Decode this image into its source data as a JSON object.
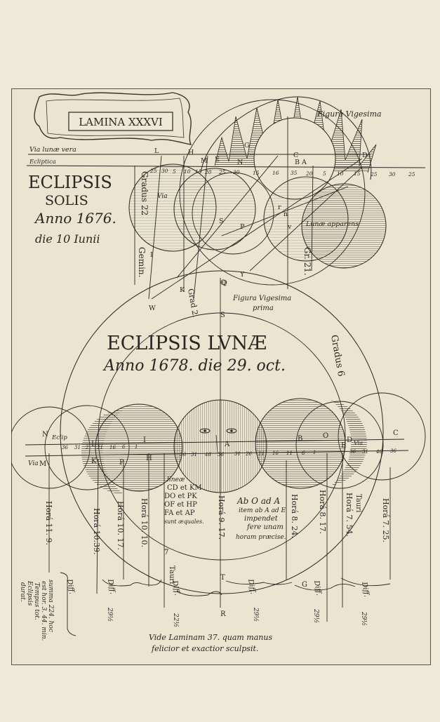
{
  "plate": {
    "cartouche_title": "LAMINA XXXVI",
    "footer_line1": "Vide Laminam 37. quam manus",
    "footer_line2": "felicior et exactior sculpsit."
  },
  "solar": {
    "title_line1": "ECLIPSIS",
    "title_line2": "SOLIS",
    "title_line3": "Anno 1676.",
    "title_line4": "die 10 Iunii",
    "figura_label": "Figura Vigesima",
    "via_lunae_label": "Via lunæ vera",
    "ecliptica_label": "Ecliptica",
    "luna_apparens_label": "Lunæ apparens",
    "via_label": "Via",
    "gradus_label": "Gradus 22",
    "gemin_label": "Gemin.",
    "grad_label": "Grad 2.",
    "gr_label": "Gr. 21.",
    "letters": [
      "G",
      "L",
      "H",
      "M",
      "E",
      "N",
      "C",
      "B",
      "A",
      "D",
      "I",
      "K",
      "W",
      "Y",
      "Q",
      "S",
      "P",
      "n",
      "r",
      "v"
    ],
    "scale": [
      "25",
      "30",
      "5",
      "10",
      "15",
      "20",
      "25",
      "30",
      "15",
      "16",
      "35",
      "20",
      "5",
      "10",
      "15",
      "25",
      "30",
      "25"
    ]
  },
  "lunar": {
    "title_line1": "ECLIPSIS LVNÆ",
    "title_line2": "Anno 1678. die 29. oct.",
    "figura_label": "Figura Vigesima",
    "figura_label2": "prima",
    "gradus_label": "Gradus 6",
    "eclip_label": "Eclip",
    "via_label": "Via",
    "tauri_label": "Tauri",
    "note_lines": [
      "lineæ",
      "CD et KM",
      "DO et PK",
      "OF et HP",
      "FA et AP",
      "sunt æquales."
    ],
    "note2_lines": [
      "Ab O ad A",
      "item ab A ad E",
      "impendet",
      "fere unam",
      "horam præcise."
    ],
    "horae": [
      "Horá 11. 9.",
      "Horá 10.39.",
      "Horá 10. 17.",
      "Horá 10. 10.",
      "Horá 9. 17.",
      "Horá 8. 24.",
      "Horá 8. 17.",
      "Horá 7. 54.",
      "Horá 7. 25."
    ],
    "side_note": [
      "summa 224. hoc",
      "est hor. 3. 44. min.",
      "Tempus tot.",
      "Eclipsis",
      "durat."
    ],
    "diff_labels": [
      "Diff.",
      "Diff.",
      "Diff.",
      "Diff.",
      "Diff.",
      "Diff."
    ],
    "diff_values": [
      "29½",
      "22½",
      "29½",
      "29½",
      "29½"
    ],
    "letters": [
      "N",
      "L",
      "K",
      "I",
      "P",
      "H",
      "A",
      "B",
      "O",
      "E",
      "D",
      "C",
      "M",
      "T",
      "R",
      "7",
      "S",
      "Q",
      "G"
    ],
    "scale": [
      "36",
      "31",
      "2",
      "21",
      "16",
      "6",
      "1",
      "36",
      "31",
      "46",
      "36",
      "31",
      "26",
      "21",
      "16",
      "11",
      "6",
      "1",
      "36",
      "31",
      "46",
      "36"
    ]
  }
}
